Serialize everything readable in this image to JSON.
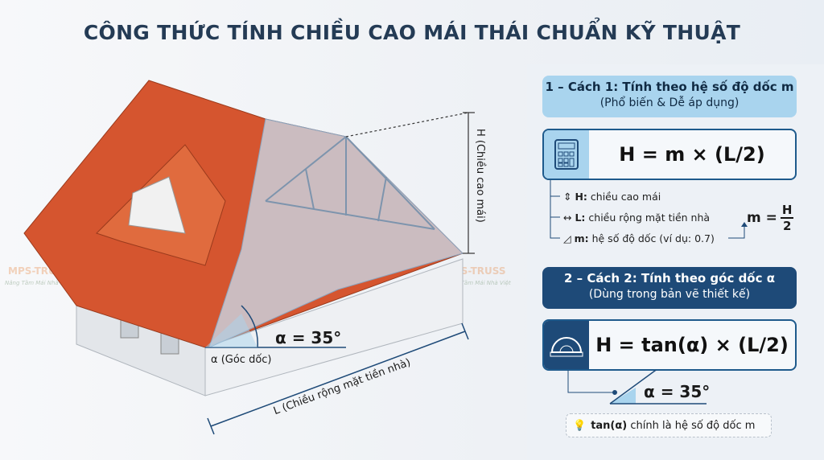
{
  "title": "CÔNG THỨC TÍNH CHIỀU CAO MÁI THÁI CHUẨN KỸ THUẬT",
  "diagram": {
    "height_label": "H (Chiều cao mái)",
    "angle_value": "α = 35°",
    "angle_label": "α (Góc dốc)",
    "width_label": "L (Chiều rộng mặt tiền nhà)",
    "roof_color": "#d5552f"
  },
  "watermark": {
    "brand": "MPS-TRUSS",
    "slogan": "Nâng Tầm Mái Nhà Việt"
  },
  "method1": {
    "heading": "1 – Cách 1: Tính theo hệ số độ dốc m",
    "subheading": "(Phổ biến & Dễ áp dụng)",
    "formula": "H = m × (L/2)",
    "icon": "calculator-icon",
    "legend": [
      {
        "key": "H:",
        "text": " chiều cao mái",
        "icon": "height-icon"
      },
      {
        "key": "L:",
        "text": " chiều rộng mặt tiền nhà",
        "icon": "width-icon"
      },
      {
        "key": "m:",
        "text": " hệ số độ dốc (ví dụ: 0.7)",
        "icon": "slope-icon"
      }
    ],
    "m_formula": {
      "lhs": "m =",
      "num": "H",
      "den": "2"
    }
  },
  "method2": {
    "heading": "2 – Cách 2: Tính theo góc dốc α",
    "subheading": "(Dùng trong bản vẽ thiết kế)",
    "formula": "H = tan(α) × (L/2)",
    "icon": "protractor-icon",
    "angle_value": "α = 35°",
    "tip_key": "tan(α)",
    "tip_text": " chính là hệ số độ dốc m",
    "tip_icon": "lightbulb-icon"
  },
  "colors": {
    "accent_light": "#a9d4ee",
    "accent_dark": "#1e4a78",
    "title": "#243b55"
  }
}
